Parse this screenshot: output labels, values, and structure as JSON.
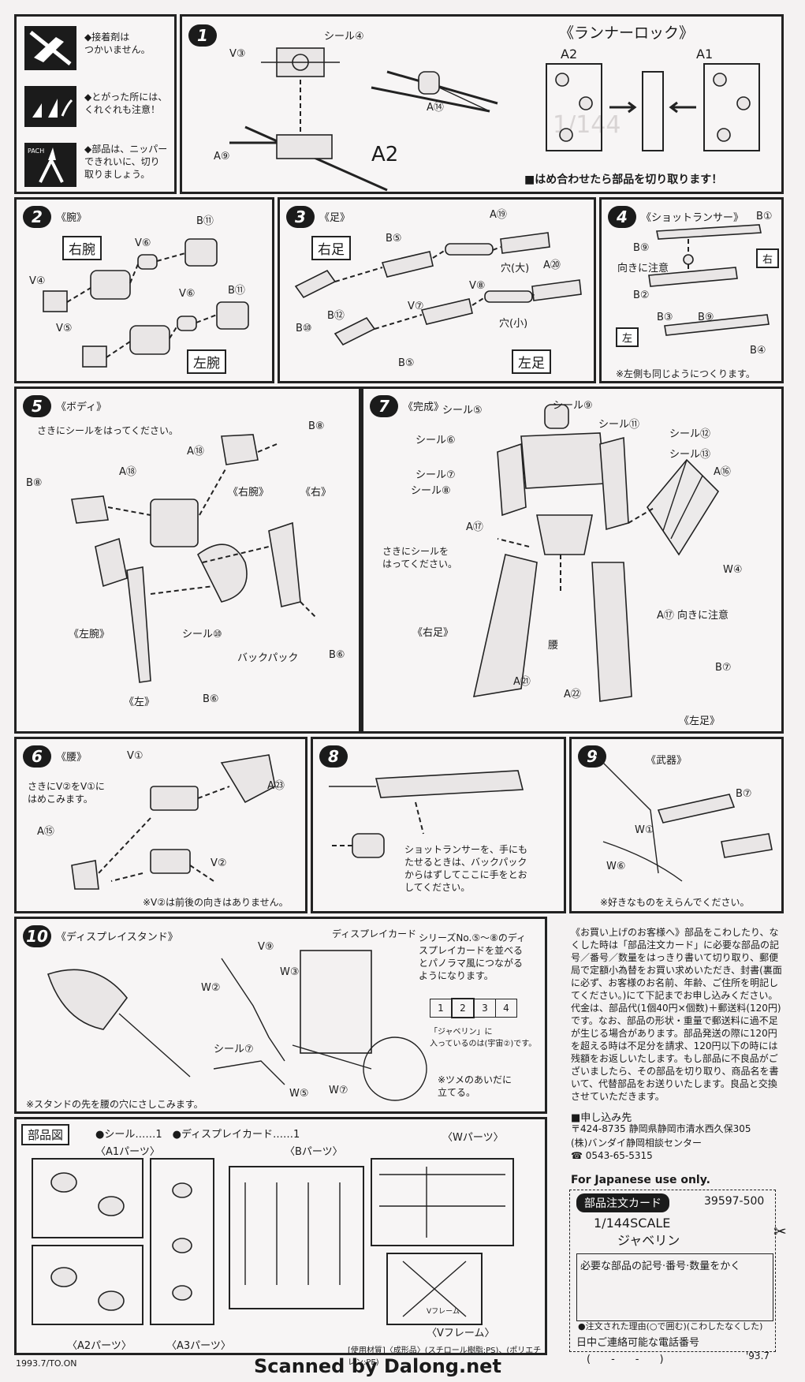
{
  "top_notes": {
    "note1": "◆接着剤は\nつかいません。",
    "note2": "◆とがった所には、\nくれぐれも注意！",
    "note3": "◆部品は、ニッパー\nできれいに、切り\n取りましょう。",
    "pach": "PACH"
  },
  "step1": {
    "num": "1",
    "labels": [
      "V③",
      "シール④",
      "A⑭",
      "A⑨",
      "A2"
    ],
    "runner_lock_title": "《ランナーロック》",
    "a2": "A2",
    "a1": "A1",
    "instruction": "■はめ合わせたら部品を切り取ります！",
    "bg_text": "1/144"
  },
  "step2": {
    "num": "2",
    "title": "《腕》",
    "right_arm": "右腕",
    "left_arm": "左腕",
    "labels": [
      "B⑪",
      "V⑥",
      "V④",
      "B⑪",
      "V⑥",
      "V⑤"
    ]
  },
  "step3": {
    "num": "3",
    "title": "《足》",
    "right_leg": "右足",
    "left_leg": "左足",
    "labels": [
      "A⑲",
      "B⑤",
      "A⑳",
      "穴(大)",
      "V⑧",
      "V⑦",
      "B⑫",
      "B⑩",
      "穴(小)",
      "B⑤"
    ]
  },
  "step4": {
    "num": "4",
    "title": "《ショットランサー》",
    "labels": [
      "B①",
      "B⑨",
      "向きに注意",
      "B②",
      "B③",
      "B⑨",
      "B④"
    ],
    "right": "右",
    "left": "左",
    "note": "※左側も同じようにつくります。"
  },
  "step5": {
    "num": "5",
    "title": "《ボディ》",
    "note": "さきにシールをはってください。",
    "labels": [
      "B⑧",
      "A⑱",
      "A⑱",
      "B⑧",
      "《右腕》",
      "《右》",
      "《左腕》",
      "シール⑩",
      "バックパック",
      "B⑥",
      "《左》",
      "B⑥"
    ]
  },
  "step7": {
    "num": "7",
    "title": "《完成》",
    "labels": [
      "シール⑨",
      "シール⑪",
      "シール⑤",
      "シール⑥",
      "シール⑦",
      "シール⑧",
      "シール⑫",
      "シール⑬",
      "A⑯",
      "A⑰",
      "W④",
      "A⑰ 向きに注意",
      "《右足》",
      "腰",
      "A㉑",
      "A㉒",
      "B⑦",
      "《左足》"
    ],
    "note": "さきにシールを\nはってください。"
  },
  "step6": {
    "num": "6",
    "title": "《腰》",
    "note": "さきにV②をV①に\nはめこみます。",
    "labels": [
      "V①",
      "A㉓",
      "A⑮",
      "V②"
    ],
    "footnote": "※V②は前後の向きはありません。"
  },
  "step8": {
    "num": "8",
    "note": "ショットランサーを、手にも\nたせるときは、バックパック\nからはずしてここに手をとお\nしてください。"
  },
  "step9": {
    "num": "9",
    "title": "《武器》",
    "labels": [
      "B⑦",
      "W①",
      "W⑥"
    ],
    "note": "※好きなものをえらんでください。"
  },
  "step10": {
    "num": "10",
    "title": "《ディスプレイスタンド》",
    "labels": [
      "V⑨",
      "W②",
      "W③",
      "シール⑦",
      "W⑤",
      "W⑦"
    ],
    "display_card": "ディスプレイカード",
    "series_note": "シリーズNo.⑤～⑧のディ\nスプレイカードを並べる\nとパノラマ風につながる\nようになります。",
    "cells": [
      "1",
      "2",
      "3",
      "4"
    ],
    "javelin_note": "「ジャベリン」に\n入っているのは(宇宙②)です。",
    "tab_note": "※ツメのあいだに\n立てる。",
    "stand_note": "※スタンドの先を腰の穴にさしこみます。"
  },
  "parts": {
    "title": "部品図",
    "counts": "●シール……1　●ディスプレイカード……1",
    "a1": "〈A1パーツ〉",
    "b": "〈Bパーツ〉",
    "w": "〈Wパーツ〉",
    "a2": "〈A2パーツ〉",
    "a3": "〈A3パーツ〉",
    "v": "〈Vフレーム〉",
    "material": "[使用材質]〈成形品〉(スチロール樹脂:PS)、(ポリエチレン:PE)",
    "v_frame_label": "Vフレーム"
  },
  "order_info": {
    "text": "《お買い上げのお客様へ》部品をこわしたり、なくした時は「部品注文カード」に必要な部品の記号／番号／数量をはっきり書いて切り取り、郵便局で定額小為替をお買い求めいただき、封書(裏面に必ず、お客様のお名前、年齢、ご住所を明記してください。)にて下記までお申し込みください。代金は、部品代(1個40円×個数)＋郵送料(120円)です。なお、部品の形状・重量で郵送料に過不足が生じる場合があります。部品発送の際に120円を超える時は不足分を請求、120円以下の時には残額をお返しいたします。もし部品に不良品がございましたら、その部品を切り取り、商品名を書いて、代替部品をお送りいたします。良品と交換させていただきます。",
    "apply_title": "■申し込み先",
    "address": "〒424-8735 静岡県静岡市清水西久保305",
    "company": "(株)バンダイ静岡相談センター",
    "phone": "☎ 0543-65-5315",
    "japan_only": "For Japanese use only."
  },
  "card": {
    "label": "部品注文カード",
    "code": "39597-500",
    "scale": "1/144SCALE",
    "name": "ジャベリン",
    "need": "必要な部品の記号·番号·数量をかく",
    "reason": "●注文された理由(○で囲む)(こわしたなくした)",
    "phone_label": "日中ご連絡可能な電話番号",
    "phone_blank": "(　　-　　-　　)",
    "date": "'93.7"
  },
  "footer": {
    "printed": "1993.7/TO.ON",
    "scanned": "Scanned by Dalong.net"
  }
}
